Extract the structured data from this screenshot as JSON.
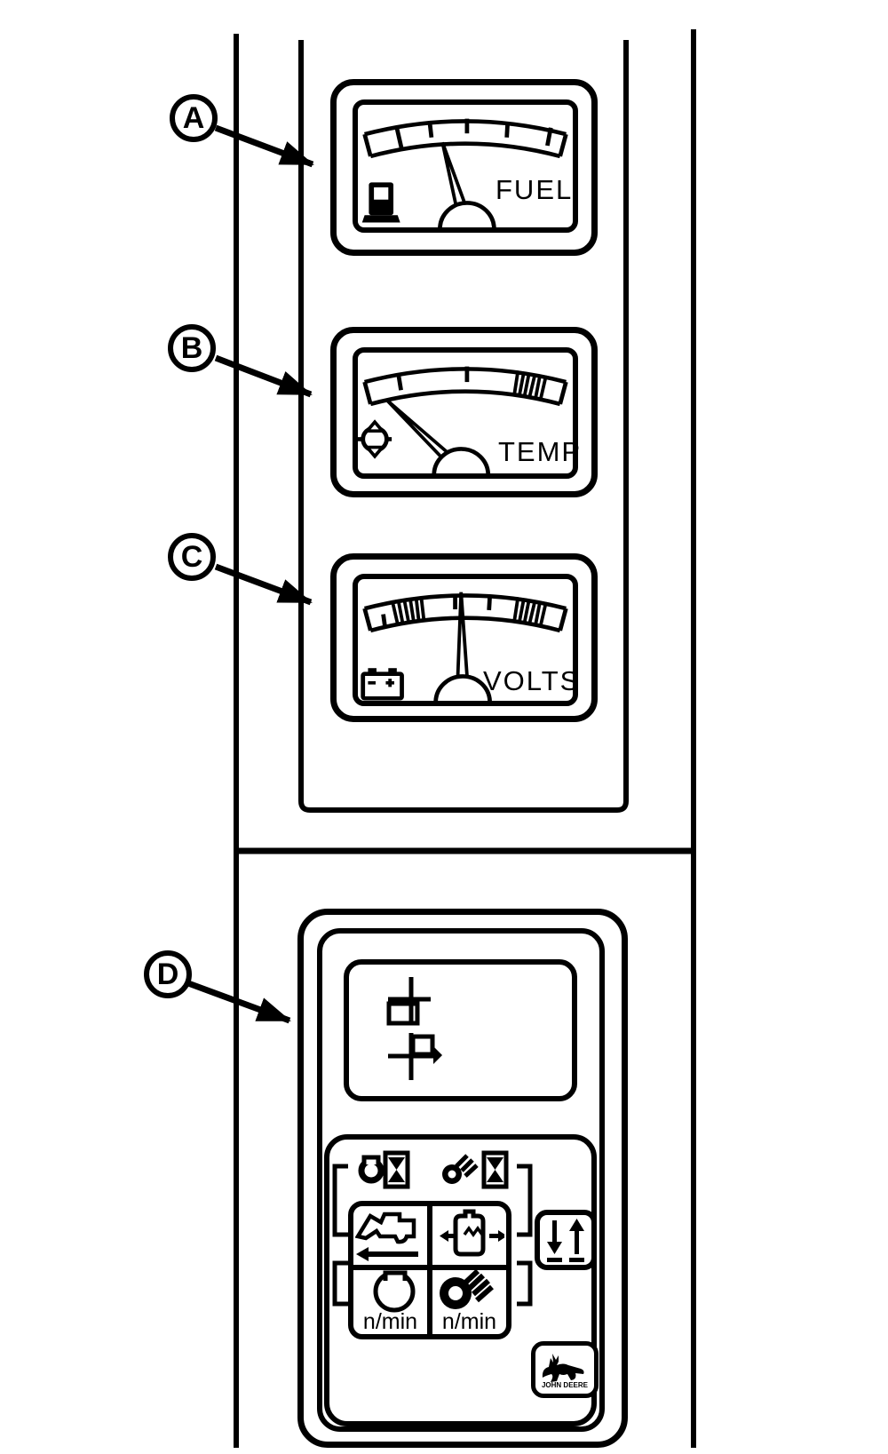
{
  "figure_labels": {
    "a": "A",
    "b": "B",
    "c": "C",
    "d": "D"
  },
  "gauges": {
    "fuel_label": "FUEL",
    "temp_label": "TEMP",
    "volts_label": "VOLTS"
  },
  "monitor": {
    "engine_rpm_unit": "n/min",
    "pto_rpm_unit": "n/min",
    "brand": "JOHN DEERE"
  },
  "icons": {
    "fuel": "fuel-pump-icon",
    "temp": "coolant-temperature-icon",
    "volts": "battery-icon",
    "display_top": "area-counter-icon",
    "display_bottom": "distance-counter-icon",
    "hour_meters": [
      "engine-hours-icon",
      "pto-hours-icon"
    ],
    "selector_grid": [
      "combine-icon",
      "coolant-level-icon",
      "engine-rpm-icon",
      "pto-rpm-icon"
    ],
    "button": "raise-lower-arrows-icon"
  },
  "colors": {
    "ink": "#000000",
    "paper": "#ffffff"
  }
}
